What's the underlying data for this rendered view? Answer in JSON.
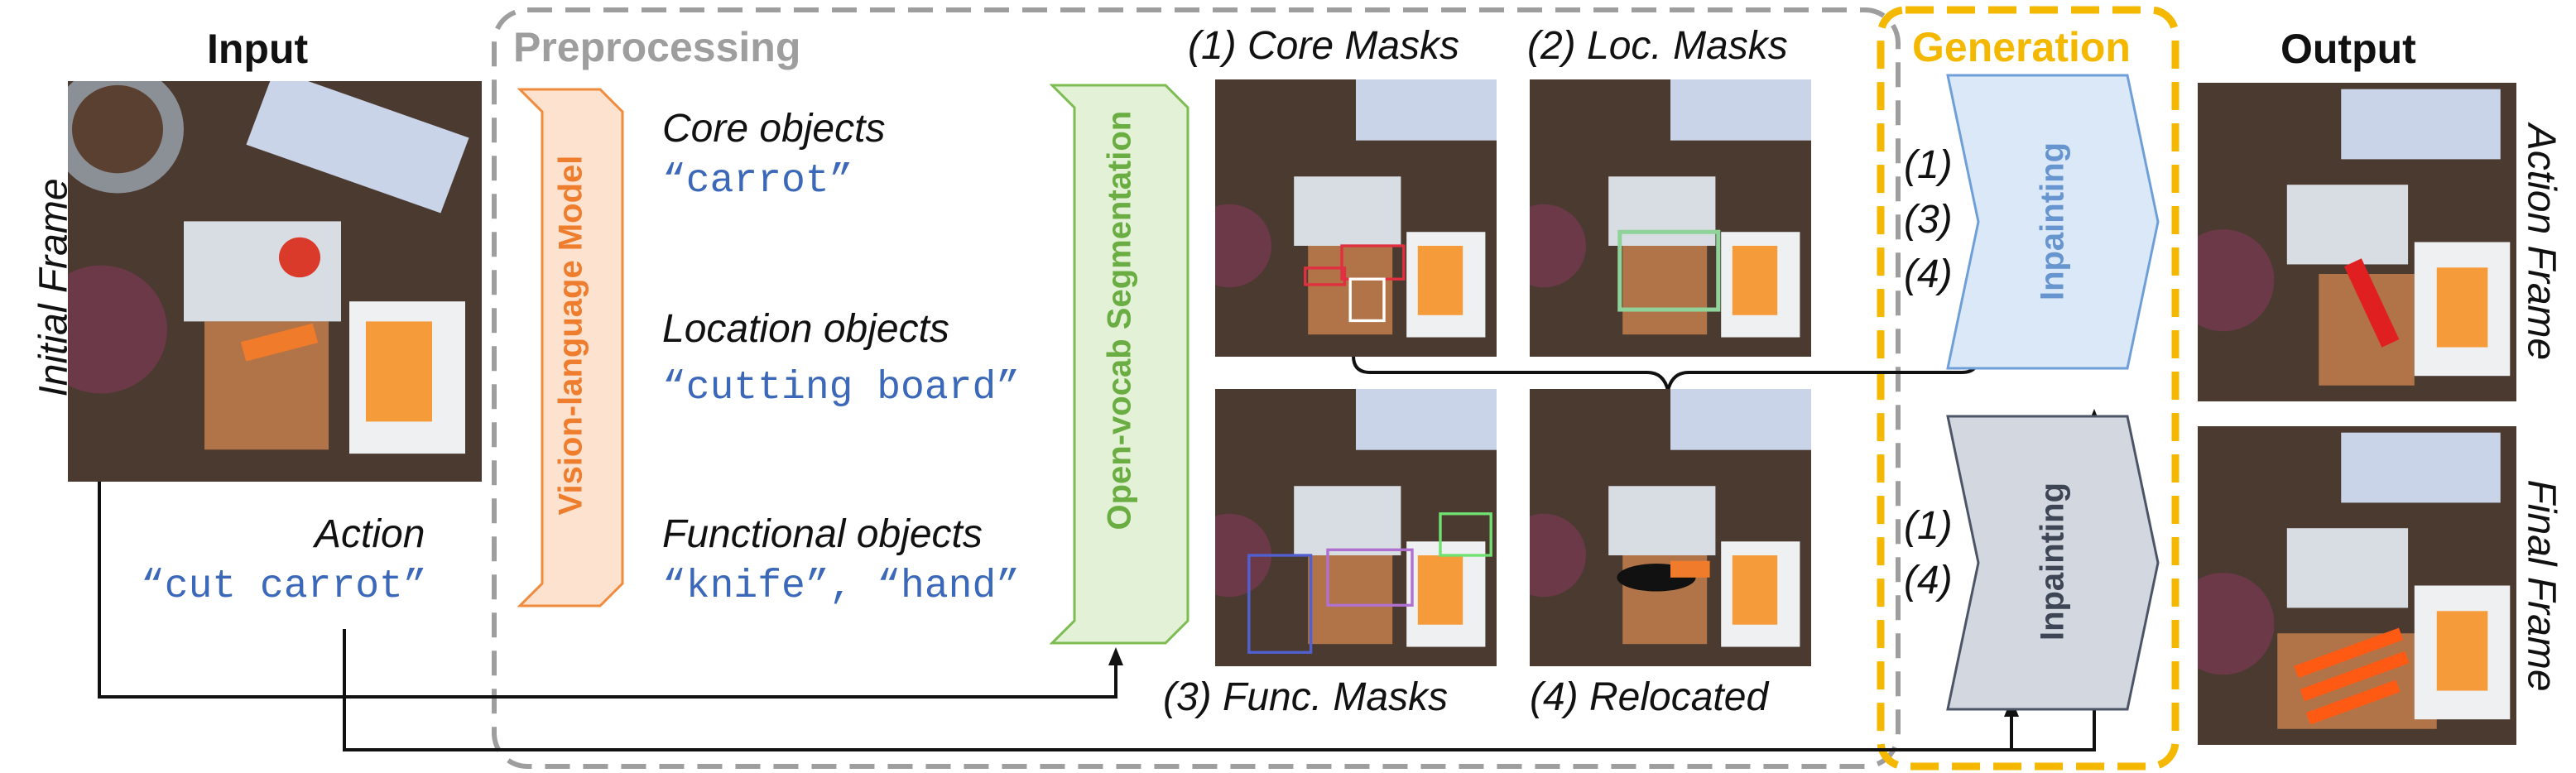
{
  "colors": {
    "preprocessing": "#9e9e9e",
    "generation": "#f5b800",
    "vlm_fill": "#fde2cf",
    "vlm_stroke": "#f08a3c",
    "vlm_text": "#ef7d2e",
    "seg_fill": "#e3f1d6",
    "seg_stroke": "#7cbc52",
    "seg_text": "#6aad42",
    "inpaint_top_fill": "#dbe8f7",
    "inpaint_top_stroke": "#6f9fd8",
    "inpaint_top_text": "#6795cf",
    "inpaint_bottom_fill": "#d3d8e0",
    "inpaint_bottom_stroke": "#4c5566",
    "inpaint_bottom_text": "#3e4656",
    "code_text": "#3b68b8"
  },
  "input": {
    "title": "Input",
    "initial_frame_label": "Initial Frame",
    "action_label": "Action",
    "action_value": "“cut carrot”"
  },
  "preprocessing": {
    "title": "Preprocessing",
    "vlm_label": "Vision-language Model",
    "core_label": "Core objects",
    "core_value": "“carrot”",
    "location_label": "Location objects",
    "location_value": "“cutting board”",
    "functional_label": "Functional objects",
    "functional_value": "“knife”, “hand”",
    "seg_label": "Open-vocab Segmentation",
    "masks": {
      "core": "(1) Core Masks",
      "loc": "(2) Loc. Masks",
      "func": "(3) Func. Masks",
      "relocated": "(4) Relocated"
    }
  },
  "generation": {
    "title": "Generation",
    "top_inputs": [
      "(1)",
      "(3)",
      "(4)"
    ],
    "bottom_inputs": [
      "(1)",
      "(4)"
    ],
    "inpaint_top_label": "Inpainting",
    "inpaint_bottom_label": "Inpainting"
  },
  "output": {
    "title": "Output",
    "action_frame_label": "Action Frame",
    "final_frame_label": "Final Frame"
  }
}
